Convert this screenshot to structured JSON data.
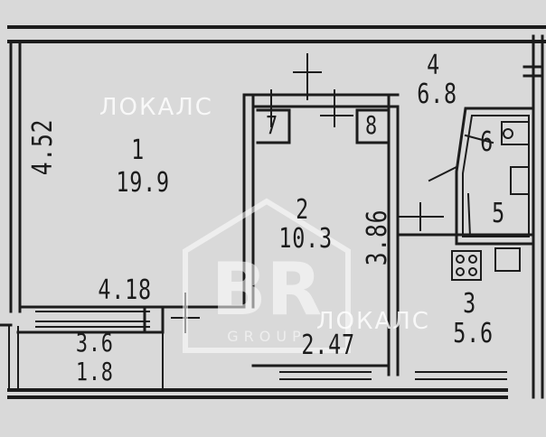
{
  "rooms": [
    {
      "number": "1",
      "area": "19.9"
    },
    {
      "number": "2",
      "area": "10.3"
    },
    {
      "number": "3",
      "area": "5.6"
    },
    {
      "number": "4",
      "area": "6.8"
    },
    {
      "number": "5"
    },
    {
      "number": "6"
    },
    {
      "number": "7"
    },
    {
      "number": "8"
    }
  ],
  "balcony": {
    "number": "3.6",
    "area": "1.8"
  },
  "dimensions": {
    "room1_height": "4.52",
    "room1_width": "4.18",
    "room2_height": "3.86",
    "room2_width": "2.47"
  },
  "watermarks": [
    "ЛОКАЛС",
    "ЛОКАЛС"
  ],
  "logo": {
    "text": "BR",
    "subtext": "GROUP"
  },
  "colors": {
    "background": "#d9d9d9",
    "walls": "#1c1c1c",
    "watermark": "#ffffff"
  }
}
